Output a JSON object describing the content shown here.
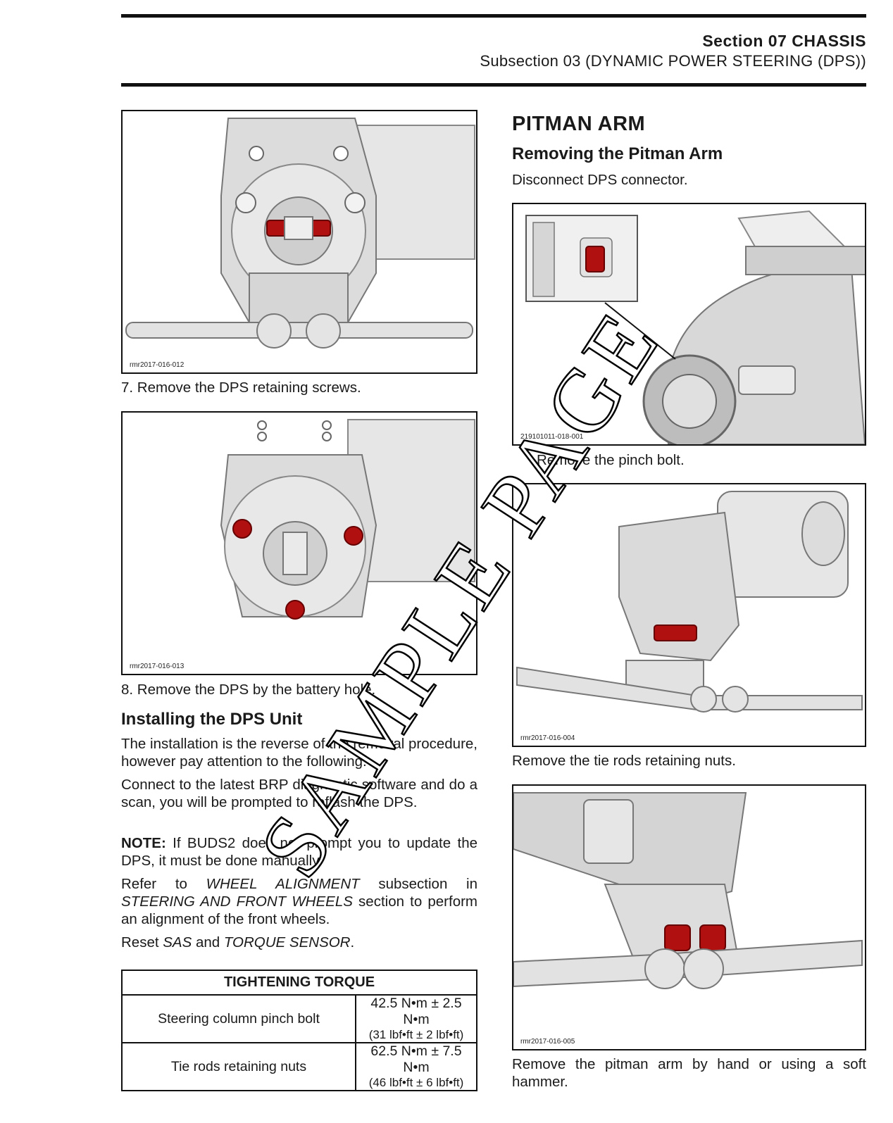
{
  "header": {
    "section": "Section 07   CHASSIS",
    "subsection": "Subsection 03   (DYNAMIC POWER STEERING (DPS))"
  },
  "left": {
    "fig1_id": "rmr2017-016-012",
    "step7": "7. Remove the DPS retaining screws.",
    "fig2_id": "rmr2017-016-013",
    "step8": "8. Remove the DPS by the battery hole.",
    "install_heading": "Installing the DPS Unit",
    "para1": "The installation is the reverse of the removal procedure, however pay attention to the following.",
    "para2": "Connect to the latest BRP diagnostic software and do a scan, you will be prompted to reflash the DPS.",
    "note_label": "NOTE:",
    "note_text": " If BUDS2 does not prompt you to update the DPS, it must be done manually.",
    "refer_1": "Refer to ",
    "refer_em1": "WHEEL ALIGNMENT",
    "refer_2": " subsection in ",
    "refer_em2": "STEERING AND FRONT WHEELS",
    "refer_3": " section to perform an alignment of the front wheels.",
    "reset_1": "Reset ",
    "reset_em1": "SAS",
    "reset_2": " and ",
    "reset_em2": "TORQUE SENSOR",
    "reset_3": ".",
    "torque_table": {
      "title": "TIGHTENING TORQUE",
      "rows": [
        {
          "item": "Steering column pinch bolt",
          "value": "42.5 N•m ± 2.5 N•m",
          "imperial": "(31 lbf•ft ± 2 lbf•ft)"
        },
        {
          "item": "Tie rods retaining nuts",
          "value": "62.5 N•m ± 7.5 N•m",
          "imperial": "(46 lbf•ft ± 6 lbf•ft)"
        }
      ]
    }
  },
  "right": {
    "heading": "PITMAN ARM",
    "subheading": "Removing the Pitman Arm",
    "step_disconnect": "Disconnect DPS connector.",
    "fig3_id": "219101011-018-001",
    "step_pinch": "Remove the pinch bolt.",
    "fig4_id": "rmr2017-016-004",
    "step_tierods": "Remove the tie rods retaining nuts.",
    "fig5_id": "rmr2017-016-005",
    "step_pitman": "Remove the pitman arm by hand or using a soft hammer."
  },
  "watermark": "SAMPLE PAGE",
  "colors": {
    "highlight": "#b01010",
    "part": "#d9d9d9"
  }
}
